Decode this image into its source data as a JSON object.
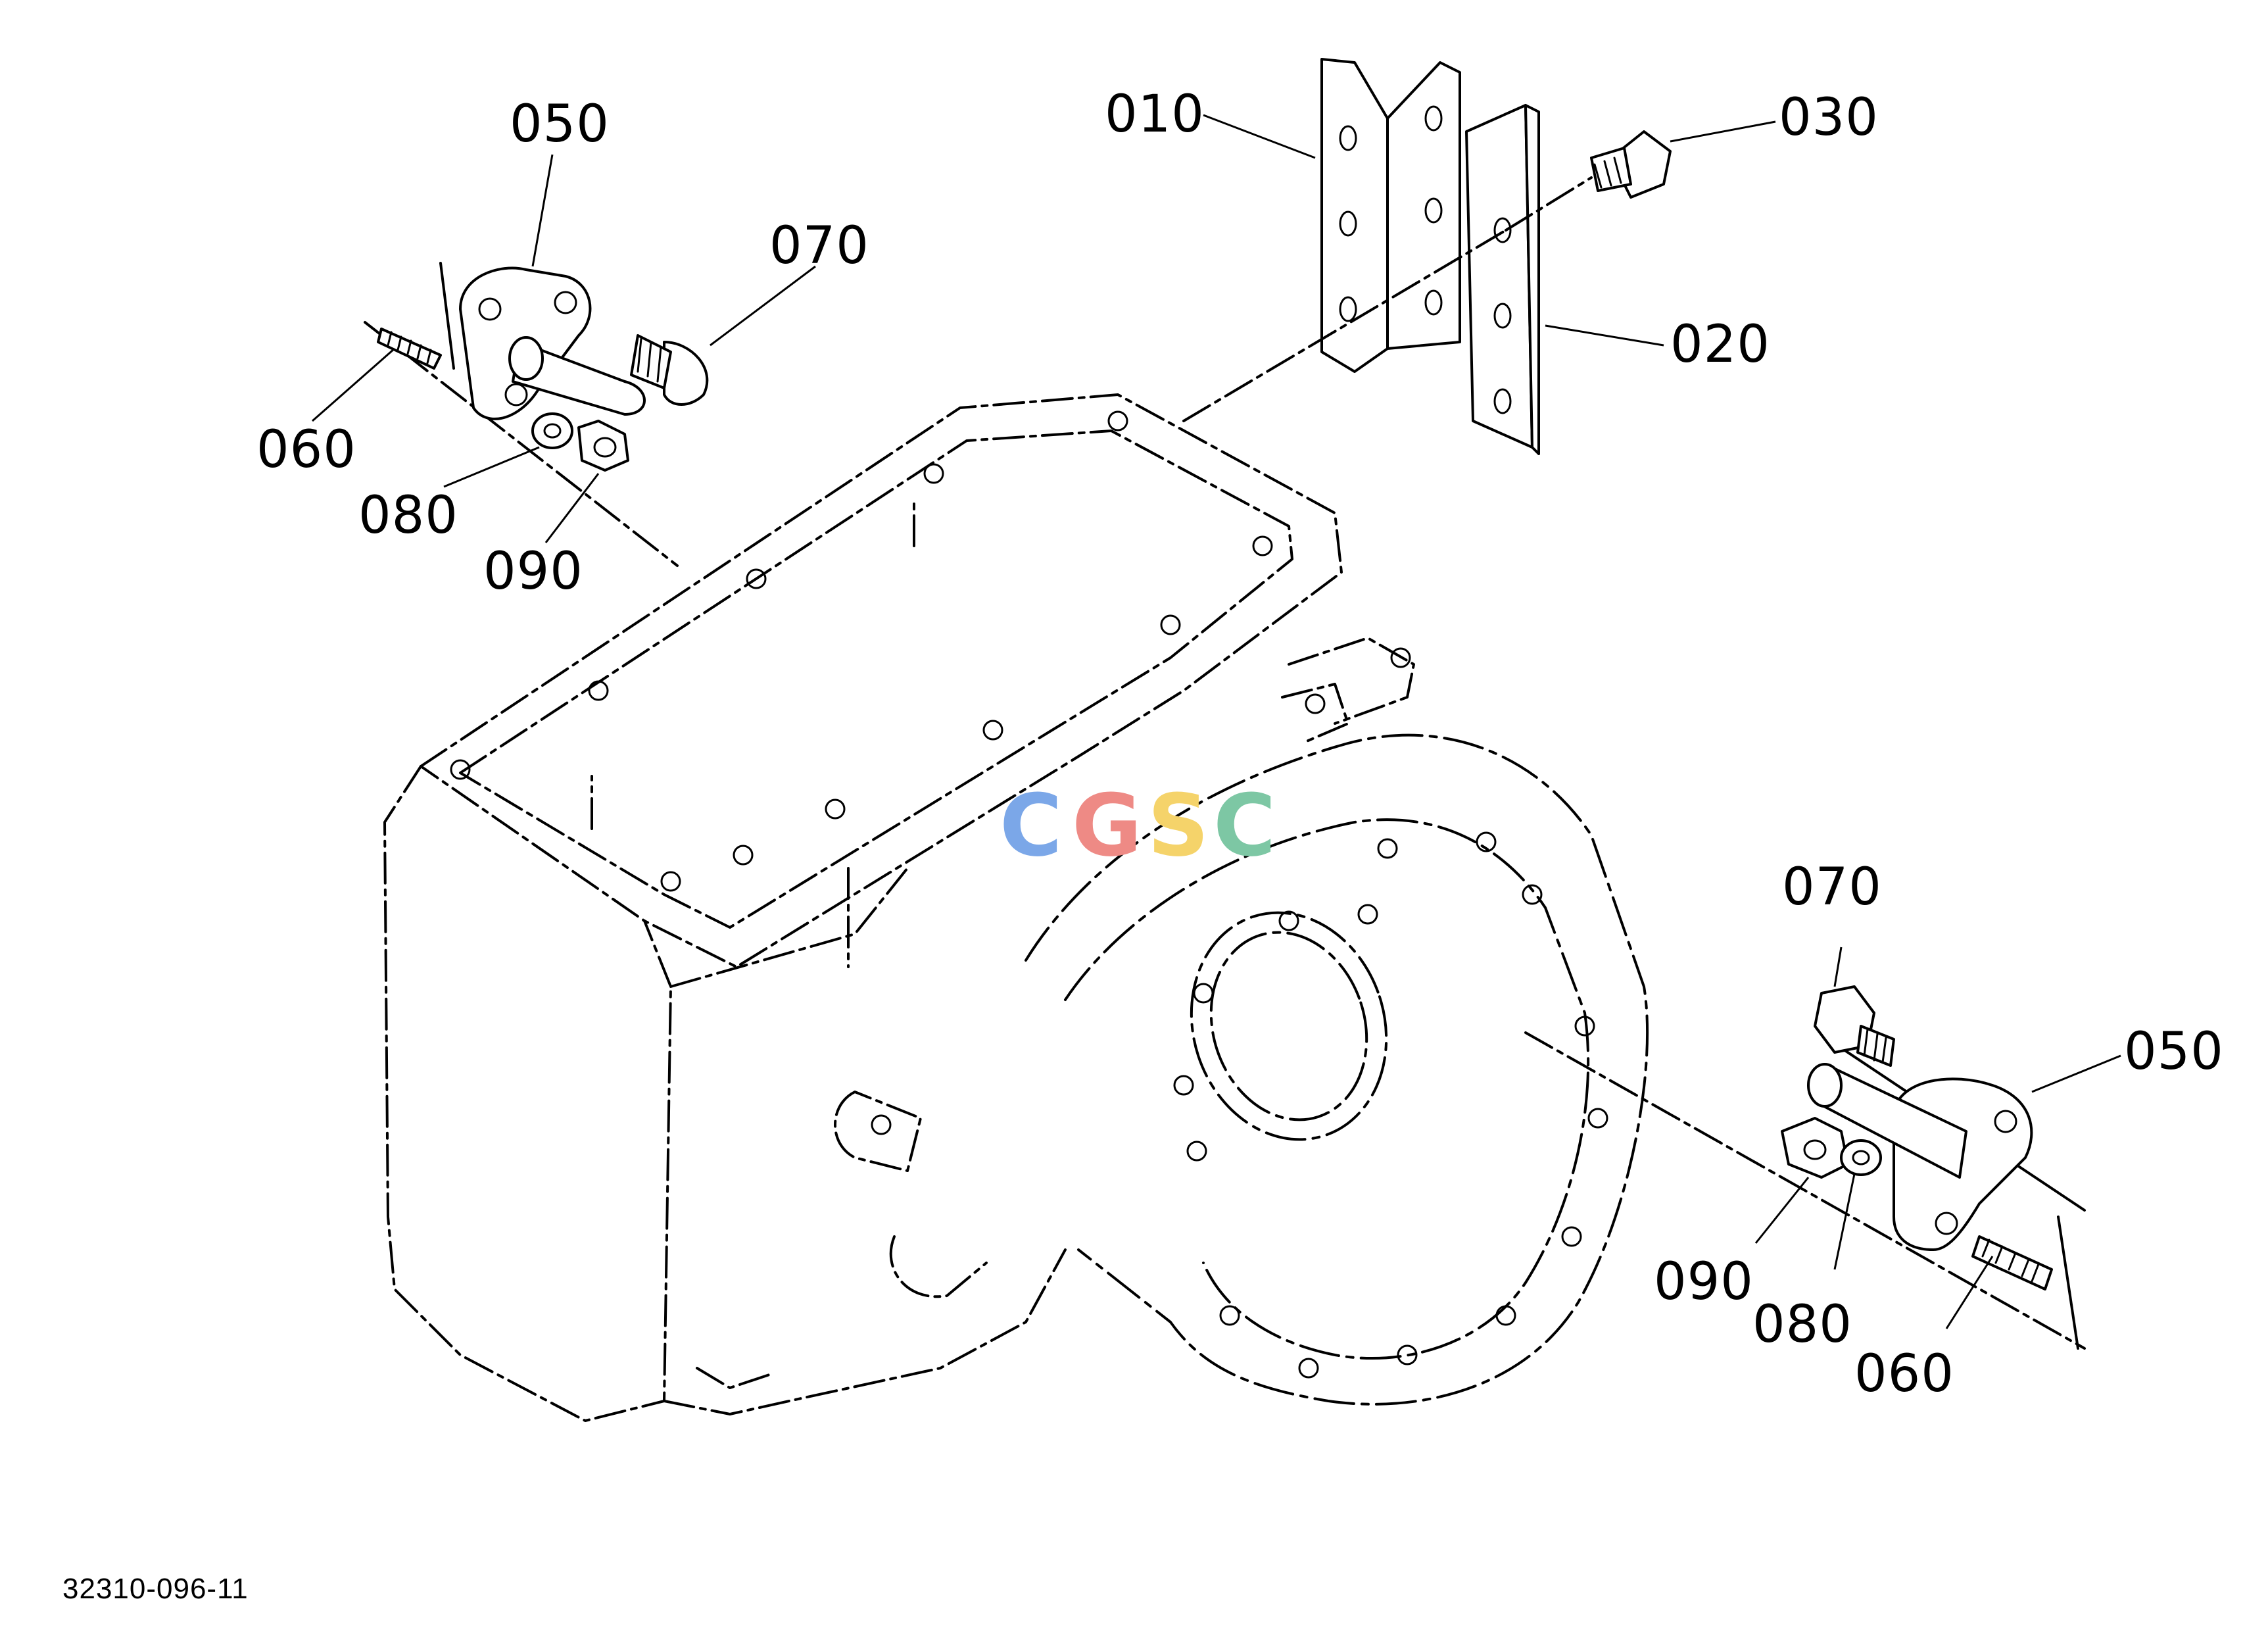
{
  "labels": {
    "p010": "010",
    "p020": "020",
    "p030": "030",
    "p050_left": "050",
    "p060_left": "060",
    "p070_left": "070",
    "p080_left": "080",
    "p090_left": "090",
    "p050_right": "050",
    "p060_right": "060",
    "p070_right": "070",
    "p080_right": "080",
    "p090_right": "090"
  },
  "drawing_number": "32310-096-11",
  "watermark": {
    "letters": [
      "C",
      "G",
      "S",
      "C"
    ],
    "colors": [
      "#7BA7E8",
      "#EE8A85",
      "#F5D36A",
      "#7DC7A4"
    ]
  },
  "colors": {
    "line": "#000000",
    "background": "#ffffff"
  }
}
